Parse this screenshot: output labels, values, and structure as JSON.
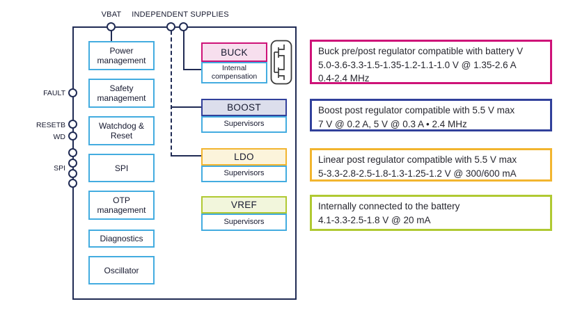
{
  "top_pins": {
    "vbat_label": "VBAT",
    "independent_supplies_label": "INDEPENDENT SUPPLIES"
  },
  "left_pins": [
    {
      "label": "FAULT"
    },
    {
      "label": "RESETB"
    },
    {
      "label": "WD"
    },
    {
      "label": "SPI"
    }
  ],
  "core_blocks": [
    {
      "label": "Power management"
    },
    {
      "label": "Safety management"
    },
    {
      "label": "Watchdog & Reset"
    },
    {
      "label": "SPI"
    },
    {
      "label": "OTP management"
    },
    {
      "label": "Diagnostics"
    },
    {
      "label": "Oscillator"
    }
  ],
  "regulators": [
    {
      "name": "BUCK",
      "subblock": "Internal compensation",
      "desc_lines": [
        "Buck pre/post regulator compatible with battery V",
        "5.0-3.6-3.3-1.5-1.35-1.2-1.1-1.0 V @ 1.35-2.6 A",
        "0.4-2.4 MHz"
      ]
    },
    {
      "name": "BOOST",
      "subblock": "Supervisors",
      "desc_lines": [
        "Boost post regulator compatible with 5.5 V max",
        "7 V @ 0.2 A, 5 V @ 0.3 A • 2.4 MHz"
      ]
    },
    {
      "name": "LDO",
      "subblock": "Supervisors",
      "desc_lines": [
        "Linear post regulator compatible with 5.5 V max",
        "5-3.3-2.8-2.5-1.8-1.3-1.25-1.2 V @ 300/600 mA"
      ]
    },
    {
      "name": "VREF",
      "subblock": "Supervisors",
      "desc_lines": [
        "Internally connected to the battery",
        "4.1-3.3-2.5-1.8 V @ 20 mA"
      ]
    }
  ],
  "colors": {
    "outline_navy": "#202B54",
    "core_block_blue": "#43ACE0",
    "buck_accent": "#CE1278",
    "buck_fill": "#F7DFEE",
    "boost_accent": "#31409B",
    "boost_fill": "#DCDEEC",
    "ldo_accent": "#F2B52F",
    "ldo_fill": "#FCF4DB",
    "vref_accent": "#B0C932",
    "vref_fill": "#F2F6DC"
  }
}
